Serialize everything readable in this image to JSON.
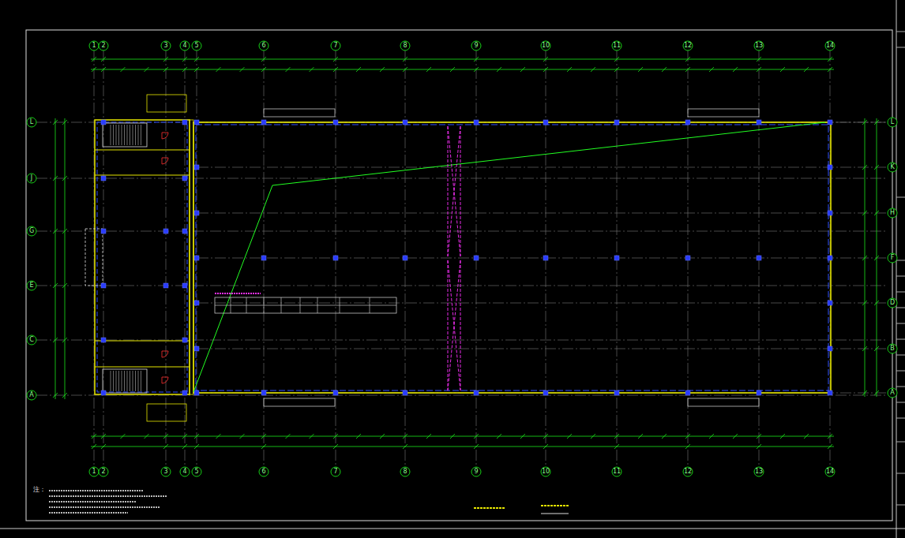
{
  "diagram": {
    "labels": [
      "1",
      "2",
      "3",
      "4",
      "5",
      "6",
      "7",
      "8",
      "9",
      "10",
      "11",
      "12",
      "13",
      "14",
      "1",
      "2",
      "3",
      "4",
      "5",
      "6",
      "7",
      "8",
      "9",
      "10",
      "11",
      "12",
      "13",
      "14",
      "L",
      "J",
      "G",
      "E",
      "C",
      "A",
      "L",
      "K",
      "H",
      "F",
      "D",
      "B",
      "A",
      "注："
    ]
  }
}
